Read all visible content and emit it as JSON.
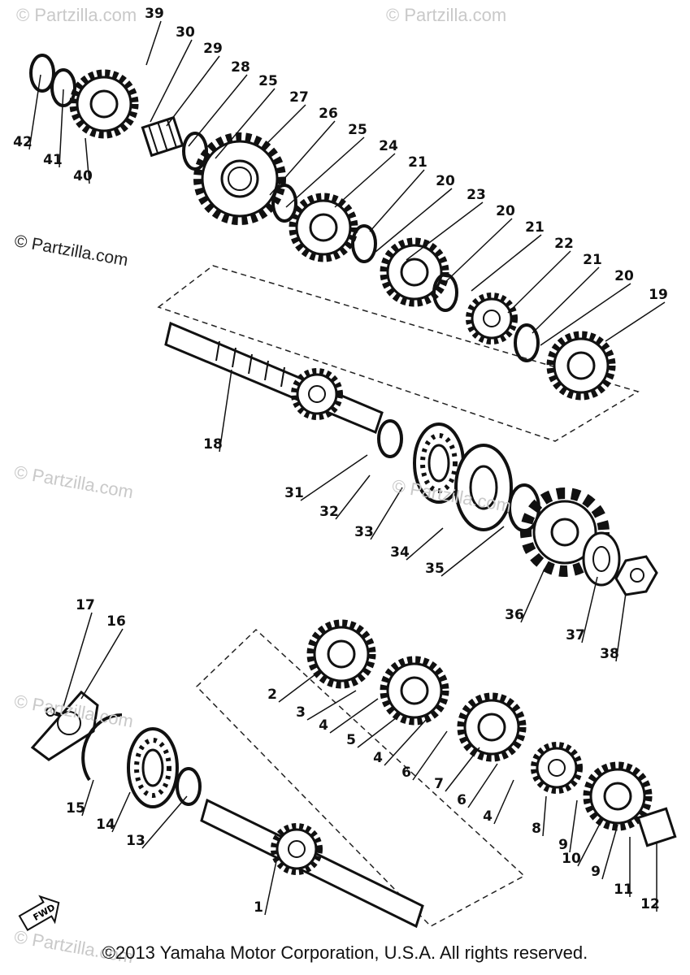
{
  "watermarks": [
    "© Partzilla.com",
    "© Partzilla.com",
    "© Partzilla.com",
    "© Partzilla.com",
    "© Partzilla.com",
    "© Partzilla.com",
    "© Partzilla.com"
  ],
  "callouts": [
    "39",
    "30",
    "29",
    "28",
    "25",
    "27",
    "26",
    "25",
    "24",
    "21",
    "20",
    "23",
    "20",
    "21",
    "22",
    "21",
    "20",
    "19",
    "42",
    "41",
    "40",
    "18",
    "31",
    "32",
    "33",
    "34",
    "35",
    "36",
    "37",
    "38",
    "17",
    "16",
    "15",
    "14",
    "13",
    "1",
    "2",
    "3",
    "4",
    "5",
    "4",
    "6",
    "7",
    "6",
    "4",
    "8",
    "9",
    "10",
    "9",
    "11",
    "12"
  ],
  "fwd_label": "FWD",
  "copyright": "©2013  Yamaha Motor Corporation, U.S.A. All rights reserved."
}
